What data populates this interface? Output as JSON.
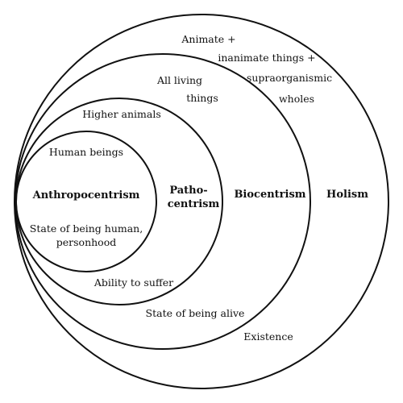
{
  "diagram": {
    "circles": {
      "holism": {
        "name": "Holism",
        "criterion": "Existence",
        "scope_lines": [
          "Animate +",
          "inanimate things +",
          "supraorganismic",
          "wholes"
        ]
      },
      "biocentrism": {
        "name": "Biocentrism",
        "criterion": "State of being alive",
        "scope_lines": [
          "All living",
          "things"
        ]
      },
      "pathocentrism": {
        "name_lines": [
          "Patho-",
          "centrism"
        ],
        "criterion": "Ability to suffer",
        "scope": "Higher animals"
      },
      "anthropocentrism": {
        "name": "Anthropocentrism",
        "scope": "Human beings",
        "criterion_lines": [
          "State of being human,",
          "personhood"
        ]
      }
    }
  }
}
